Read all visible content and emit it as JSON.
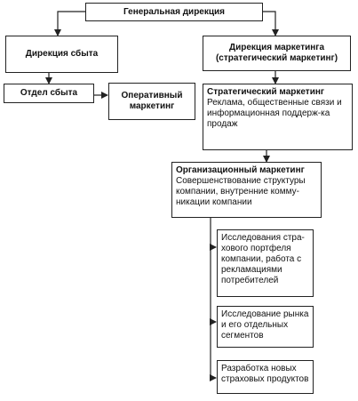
{
  "diagram": {
    "general": "Генеральная дирекция",
    "sales_dir": "Дирекция сбыта",
    "marketing_dir": {
      "line1": "Дирекция маркетинга",
      "line2": "(стратегический маркетинг)"
    },
    "sales_dept": "Отдел сбыта",
    "operative": {
      "line1": "Оперативный",
      "line2": "маркетинг"
    },
    "strategic": {
      "title": "Стратегический маркетинг",
      "desc": "Реклама, общественные связи и информационная поддерж-ка продаж"
    },
    "organizational": {
      "title": "Организационный маркетинг",
      "desc": "Совершенствование структуры компании, внутренние комму-никации компании"
    },
    "research_insurance": "Исследования стра-хового портфеля компании, работа с рекламациями потребителей",
    "market_research": "Исследование рынка и его отдельных сегментов",
    "new_products": "Разработка новых страховых продуктов"
  }
}
